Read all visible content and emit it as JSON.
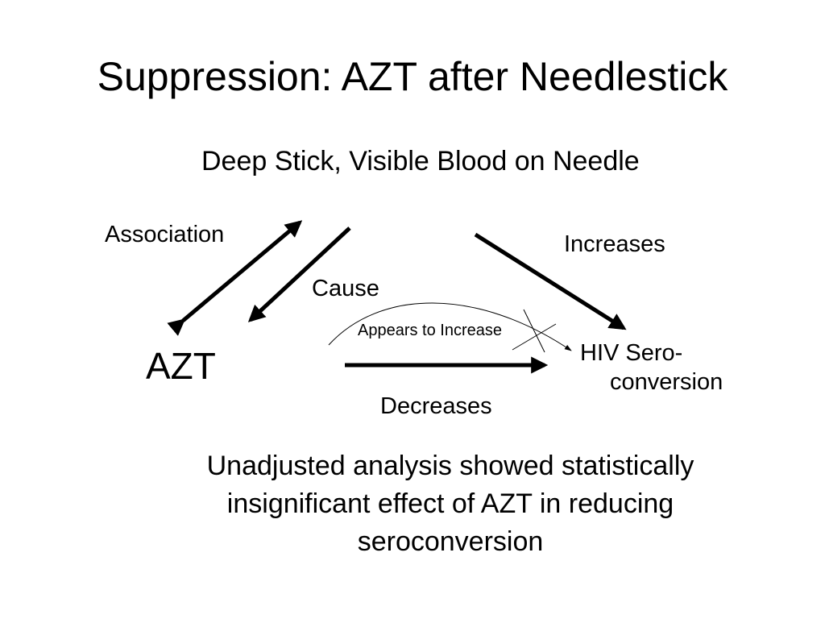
{
  "title": "Suppression: AZT after Needlestick",
  "diagram": {
    "confounder": "Deep Stick, Visible Blood on Needle",
    "exposure": "AZT",
    "outcome_line1": "HIV Sero-",
    "outcome_line2": "conversion",
    "edges": {
      "association": "Association",
      "cause": "Cause",
      "increases": "Increases",
      "appears_to_increase": "Appears to Increase",
      "decreases": "Decreases"
    }
  },
  "conclusion": "Unadjusted analysis showed statistically insignificant effect of AZT in reducing seroconversion"
}
